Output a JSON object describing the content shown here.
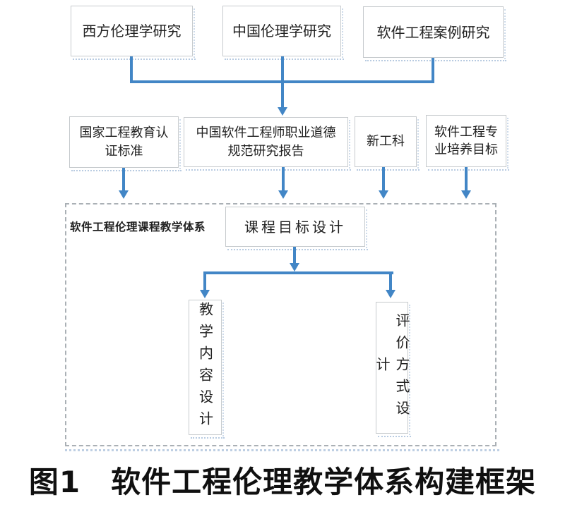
{
  "figure": {
    "caption": "图1　软件工程伦理教学体系构建框架"
  },
  "colors": {
    "arrow_blue": "#4286c6",
    "box_border": "#c6cacd",
    "dashed_border": "#aab0b5",
    "text_dark": "#212121"
  },
  "sources": [
    {
      "label": "西方伦理学研究"
    },
    {
      "label": "中国伦理学研究"
    },
    {
      "label": "软件工程案例研究"
    }
  ],
  "inputs": [
    {
      "lines": [
        "国家工程教育认",
        "证标准"
      ]
    },
    {
      "lines": [
        "中国软件工程师职业道德",
        "规范研究报告"
      ]
    },
    {
      "lines": [
        "新工科"
      ]
    },
    {
      "lines": [
        "软件工程专",
        "业培养目标"
      ]
    }
  ],
  "system": {
    "label": "软件工程伦理课程教学体系",
    "course_goal": {
      "label": "课程目标设计"
    },
    "teaching_content": {
      "label": "教学内容设计"
    },
    "evaluation_method": {
      "label": "评价方式设计"
    }
  }
}
